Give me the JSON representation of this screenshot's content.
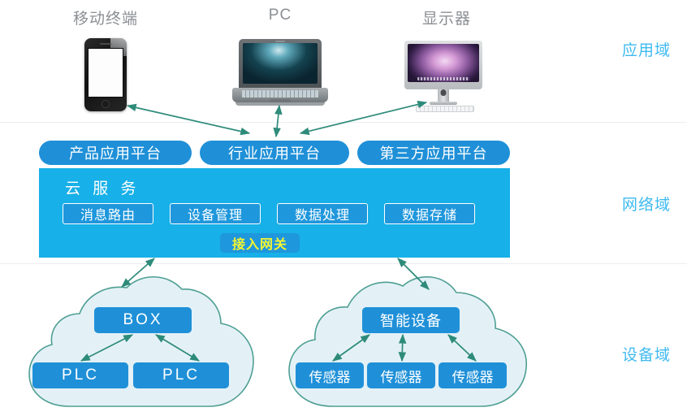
{
  "diagram": {
    "title_absent": true,
    "colors": {
      "platform_button": "#1f90d8",
      "cloud_panel": "#17b0e8",
      "service_box": "#1f97dc",
      "gateway_text": "#f5f532",
      "domain_label": "#3fbaf0",
      "arrow": "#2e8b7a",
      "cloud_fill": "#e3f1f7",
      "cloud_stroke": "#4f9f93",
      "divider": "#eceef0",
      "caption_text": "#8c8f93"
    }
  },
  "domains": [
    {
      "key": "application",
      "label": "应用域"
    },
    {
      "key": "network",
      "label": "网络域"
    },
    {
      "key": "device",
      "label": "设备域"
    }
  ],
  "application_domain": {
    "devices": [
      {
        "caption": "移动终端",
        "icon": "smartphone-icon"
      },
      {
        "caption": "PC",
        "icon": "laptop-icon"
      },
      {
        "caption": "显示器",
        "icon": "desktop-monitor-icon"
      }
    ]
  },
  "network_domain": {
    "platforms": [
      {
        "label": "产品应用平台"
      },
      {
        "label": "行业应用平台"
      },
      {
        "label": "第三方应用平台"
      }
    ],
    "cloud_service": {
      "title": "云 服 务",
      "services": [
        {
          "label": "消息路由"
        },
        {
          "label": "设备管理"
        },
        {
          "label": "数据处理"
        },
        {
          "label": "数据存储"
        }
      ],
      "gateway": {
        "label": "接入网关"
      }
    }
  },
  "device_domain": {
    "clouds": [
      {
        "name": "box-plc-cloud",
        "hub": {
          "label": "BOX"
        },
        "nodes": [
          {
            "label": "PLC"
          },
          {
            "label": "PLC"
          }
        ]
      },
      {
        "name": "smart-device-cloud",
        "hub": {
          "label": "智能设备"
        },
        "nodes": [
          {
            "label": "传感器"
          },
          {
            "label": "传感器"
          },
          {
            "label": "传感器"
          }
        ]
      }
    ]
  }
}
